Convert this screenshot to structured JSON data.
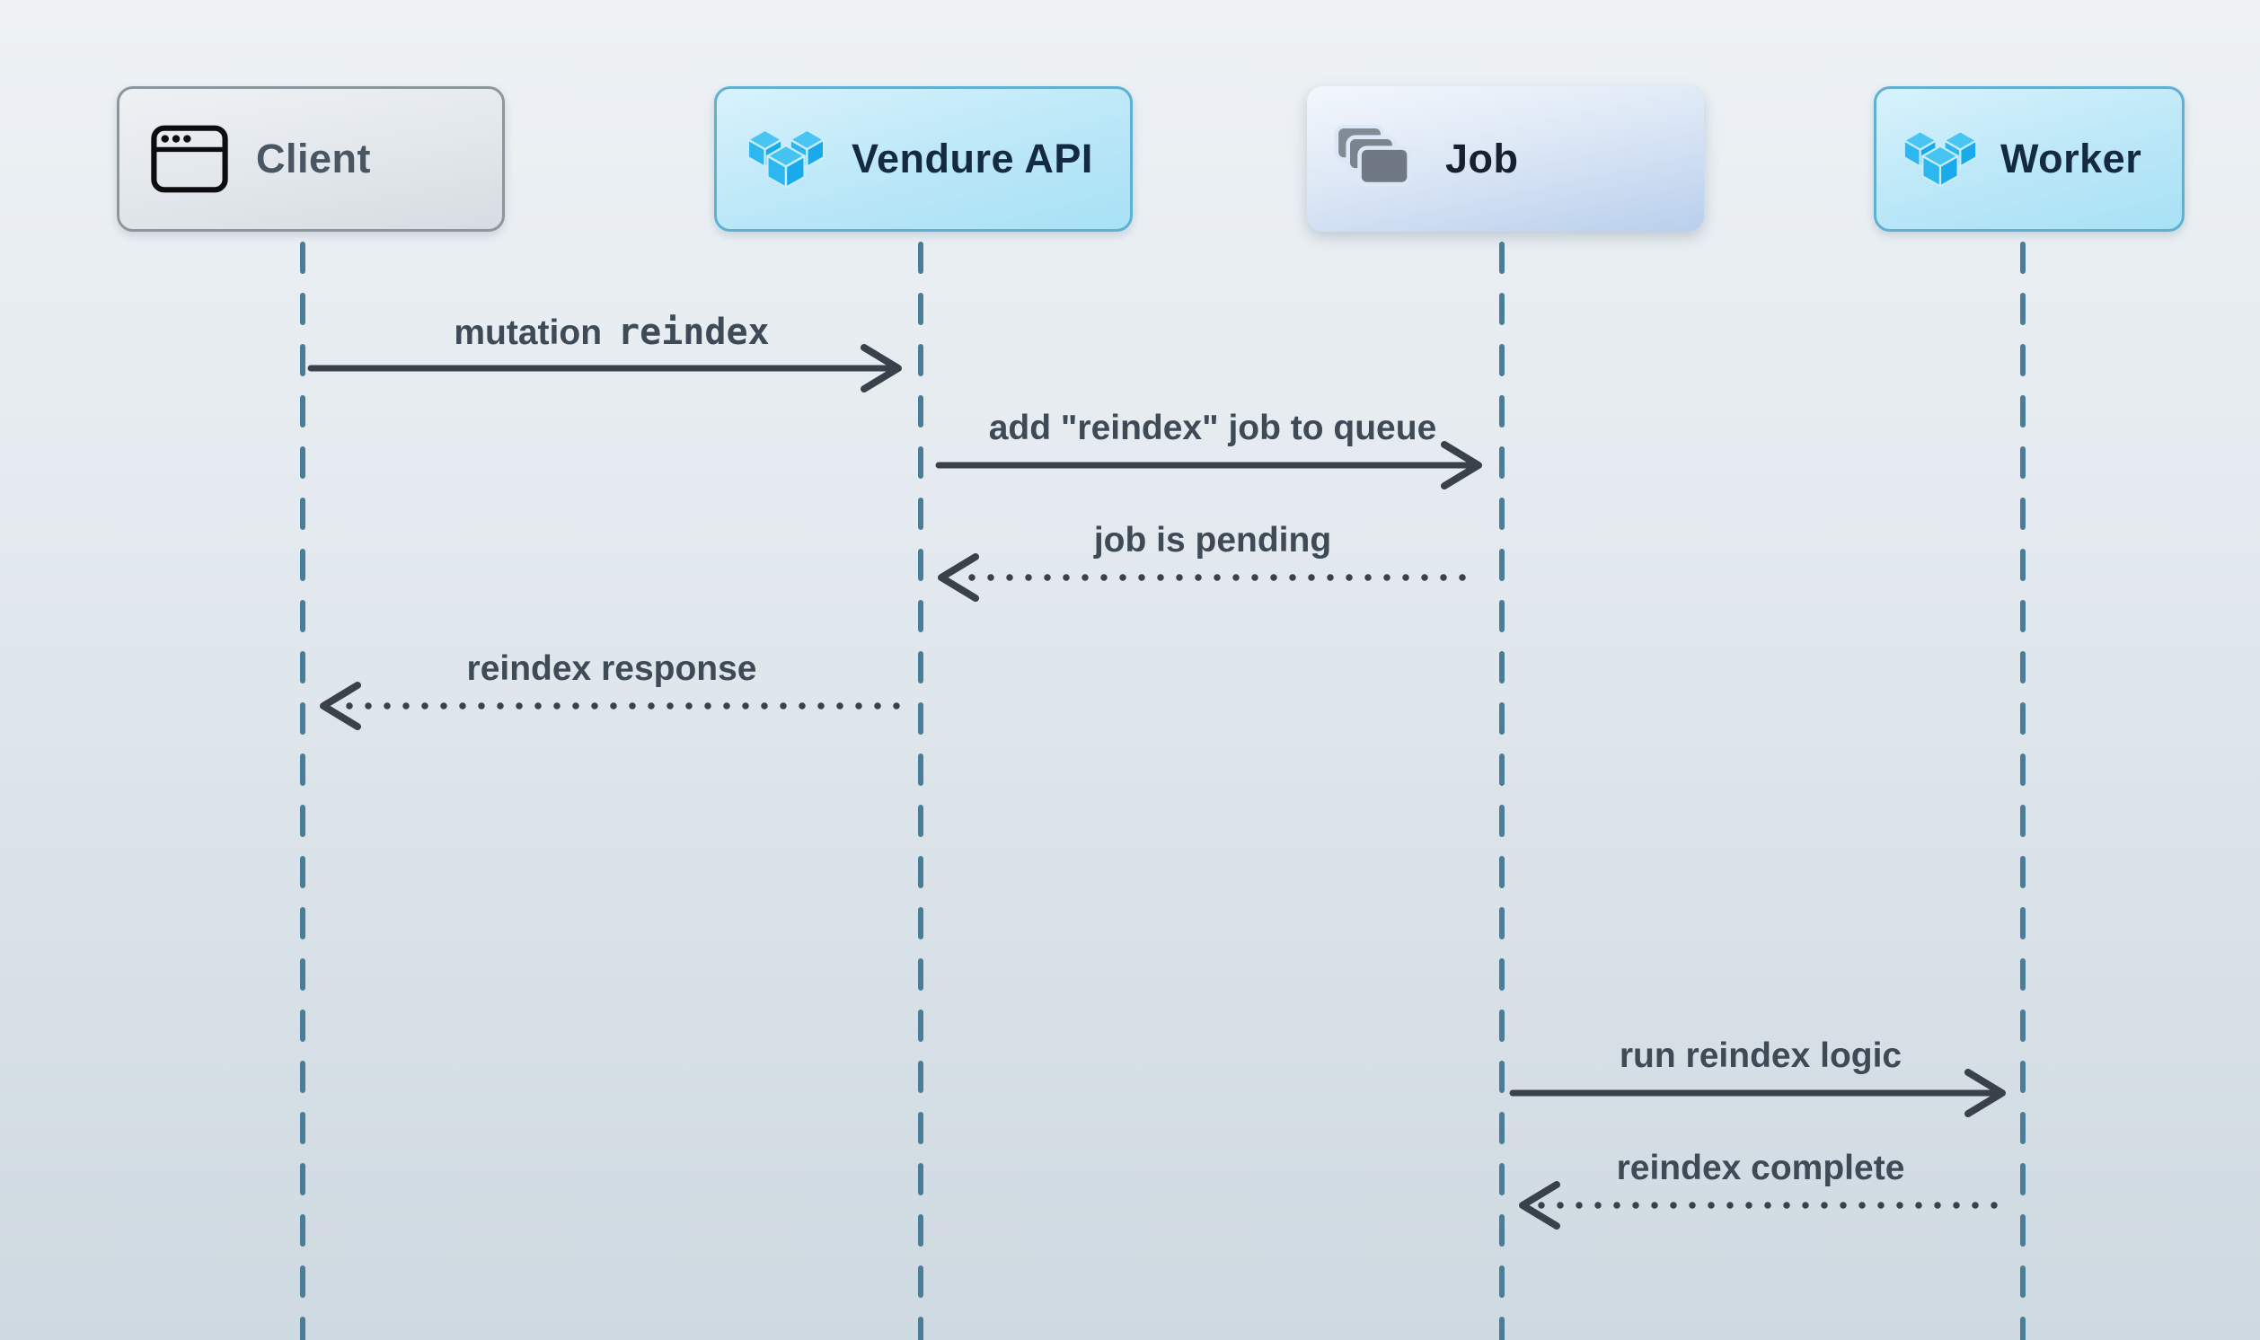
{
  "diagram": {
    "type": "sequence-diagram",
    "actors": [
      {
        "id": "client",
        "label": "Client",
        "icon": "browser-window-icon"
      },
      {
        "id": "vendure-api",
        "label": "Vendure API",
        "icon": "vendure-logo-icon"
      },
      {
        "id": "job",
        "label": "Job",
        "icon": "job-queue-icon"
      },
      {
        "id": "worker",
        "label": "Worker",
        "icon": "vendure-logo-icon"
      }
    ],
    "messages": [
      {
        "from": "Client",
        "to": "Vendure API",
        "label": "mutation",
        "code": "reindex",
        "line": "solid",
        "direction": "right"
      },
      {
        "from": "Vendure API",
        "to": "Job",
        "label": "add \"reindex\" job to queue",
        "line": "solid",
        "direction": "right"
      },
      {
        "from": "Job",
        "to": "Vendure API",
        "label": "job is pending",
        "line": "dotted",
        "direction": "left"
      },
      {
        "from": "Vendure API",
        "to": "Client",
        "label": "reindex response",
        "line": "dotted",
        "direction": "left"
      },
      {
        "from": "Job",
        "to": "Worker",
        "label": "run reindex logic",
        "line": "solid",
        "direction": "right"
      },
      {
        "from": "Worker",
        "to": "Job",
        "label": "reindex complete",
        "line": "dotted",
        "direction": "left"
      }
    ],
    "colors": {
      "background_top": "#eef2f5",
      "background_bottom": "#cfd9e1",
      "lifeline": "#4a7d97",
      "arrow": "#39424a",
      "message_text": "#3e4a56",
      "client_node_text": "#4a5662",
      "dark_node_text": "#132a40",
      "cyan_node_fill": "#bde8f8",
      "cyan_node_border": "#5fb0d2",
      "job_node_fill_bottom": "#b9cfec",
      "vendure_blue": "#29b3ee",
      "job_icon_gray": "#78818b"
    }
  }
}
